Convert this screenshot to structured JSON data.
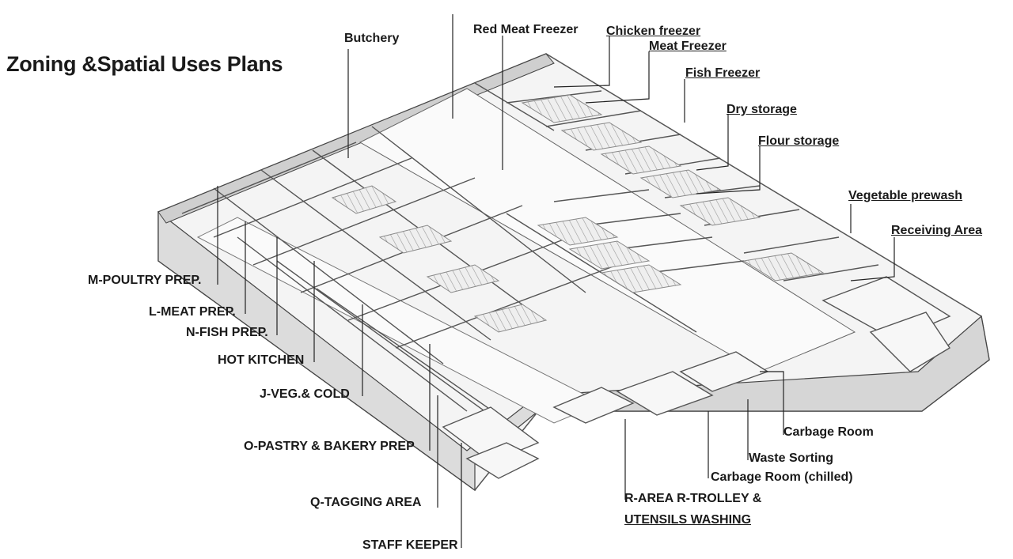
{
  "title": "Zoning &Spatial Uses Plans",
  "labels": {
    "butchery": "Butchery",
    "red_meat_freezer": "Red Meat Freezer",
    "chicken_freezer": "Chicken freezer",
    "meat_freezer": "Meat Freezer",
    "fish_freezer": "Fish Freezer",
    "dry_storage": "Dry storage",
    "flour_storage": "Flour storage",
    "vegetable_prewash": "Vegetable prewash",
    "receiving_area": "Receiving Area",
    "poultry_prep": "M-POULTRY PREP.",
    "meat_prep": "L-MEAT PREP.",
    "fish_prep": "N-FISH PREP.",
    "hot_kitchen": "HOT KITCHEN",
    "veg_cold": "J-VEG.& COLD",
    "pastry_bakery": "O-PASTRY & BAKERY PREP",
    "tagging_area": "Q-TAGGING AREA",
    "staff_keeper": "STAFF KEEPER",
    "garbage_room": "Carbage Room",
    "waste_sorting": "Waste Sorting",
    "garbage_room_chilled": "Carbage Room (chilled)",
    "trolley_washing_1": "R-AREA R-TROLLEY &",
    "trolley_washing_2": "UTENSILS WASHING"
  }
}
